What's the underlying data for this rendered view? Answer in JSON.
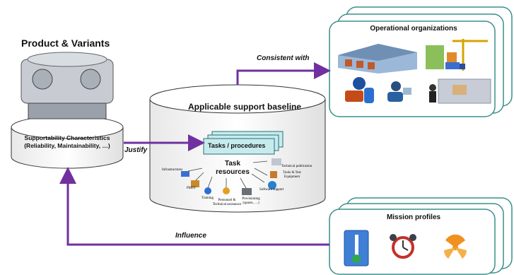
{
  "product": {
    "title": "Product  & Variants",
    "cylinder_line1": "Supportability Characteristics",
    "cylinder_line2": "(Reliability, Maintainability, …)"
  },
  "baseline": {
    "title": "Applicable support baseline",
    "tasks_label": "Tasks / procedures",
    "resources_line1": "Task",
    "resources_line2": "resources",
    "resource_items": {
      "infrastructures": "Infrastructures",
      "pmst": "PMST",
      "training": "Training",
      "personnel_1": "Personnel &",
      "personnel_2": "Technical assistance",
      "provisioning_1": "Provisioning",
      "provisioning_2": "(spares, …)",
      "software": "Software support",
      "tools_1": "Tools & Test",
      "tools_2": "Equipment",
      "tech_pub": "Technical publication"
    }
  },
  "operational": {
    "title": "Operational organizations"
  },
  "mission": {
    "title": "Mission profiles"
  },
  "arrows": {
    "consistent": "Consistent with",
    "justify": "Justify",
    "influence": "Influence"
  },
  "colors": {
    "arrow": "#7030a0",
    "card_border": "#3a8f8b",
    "tasks_fill": "#c7ebec"
  }
}
